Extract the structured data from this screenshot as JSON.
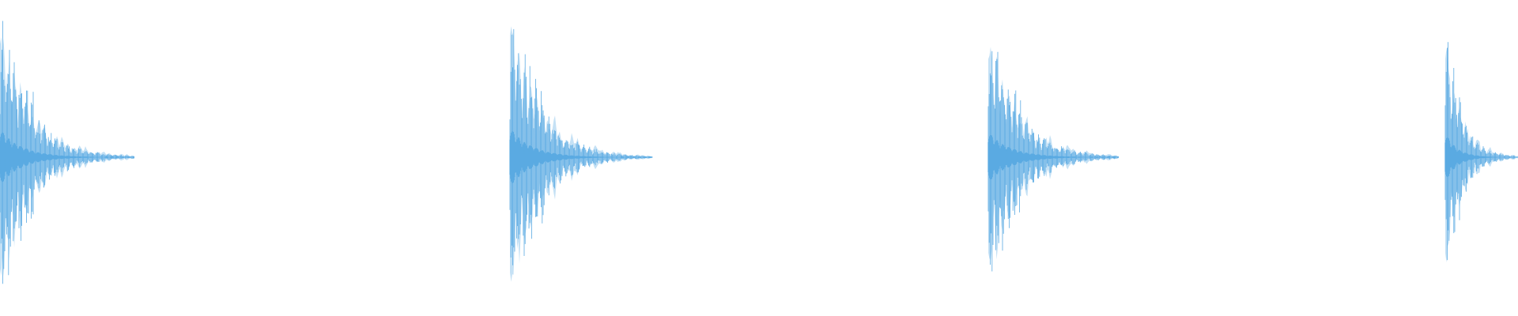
{
  "waveform": {
    "color": "#5aaae2",
    "background": "#ffffff",
    "hits": [
      {
        "name": "waveform-hit-1",
        "peak": 0.8,
        "decay": 1.0,
        "cut_off": false
      },
      {
        "name": "waveform-hit-2",
        "peak": 0.84,
        "decay": 1.05,
        "cut_off": false
      },
      {
        "name": "waveform-hit-3",
        "peak": 0.72,
        "decay": 0.95,
        "cut_off": false
      },
      {
        "name": "waveform-hit-4",
        "peak": 0.7,
        "decay": 1.0,
        "cut_off": true
      }
    ]
  }
}
